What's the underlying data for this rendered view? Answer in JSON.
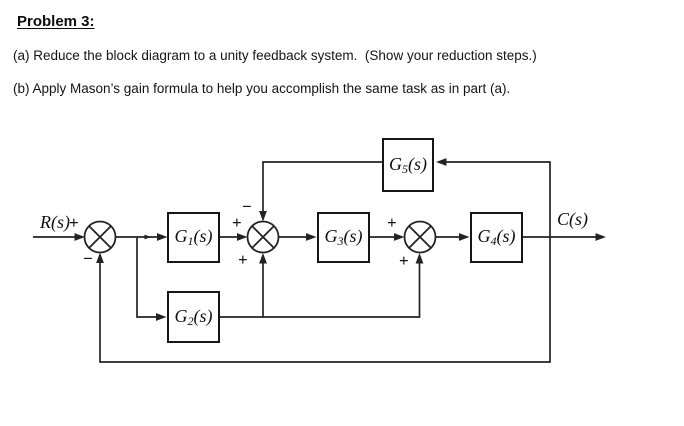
{
  "document": {
    "title": "Problem 3:",
    "part_a": "(a) Reduce the block diagram to a unity feedback system.  (Show your reduction steps.)",
    "part_b": "(b) Apply Mason’s gain formula to help you accomplish the same task as in part (a)."
  },
  "diagram": {
    "input_label": "R(s)",
    "output_label": "C(s)",
    "blocks": [
      {
        "id": "G1",
        "base": "G",
        "sub": "1",
        "suffix": "(s)"
      },
      {
        "id": "G2",
        "base": "G",
        "sub": "2",
        "suffix": "(s)"
      },
      {
        "id": "G3",
        "base": "G",
        "sub": "3",
        "suffix": "(s)"
      },
      {
        "id": "G4",
        "base": "G",
        "sub": "4",
        "suffix": "(s)"
      },
      {
        "id": "G5",
        "base": "G",
        "sub": "5",
        "suffix": "(s)"
      }
    ],
    "summing_junctions": [
      {
        "id": "sum1",
        "inputs": {
          "left": "+",
          "bottom": "−"
        }
      },
      {
        "id": "sum2",
        "inputs": {
          "left": "+",
          "top": "−",
          "bottom": "+"
        }
      },
      {
        "id": "sum3",
        "inputs": {
          "left": "+",
          "bottom": "+"
        }
      }
    ],
    "colors": {
      "line": "#232323",
      "text": "#111111",
      "background": "#ffffff"
    }
  }
}
